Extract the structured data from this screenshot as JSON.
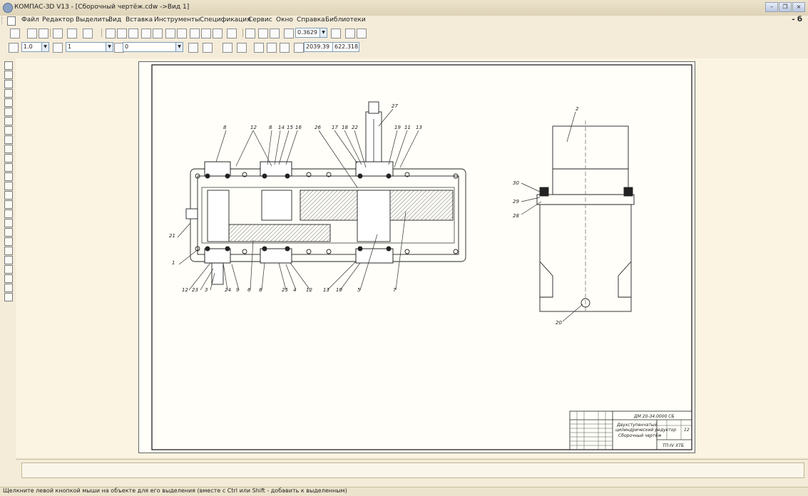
{
  "window": {
    "title": "КОМПАС-3D V13 - [Сборочный чертёж.cdw ->Вид 1]"
  },
  "menu": [
    {
      "label": "Файл"
    },
    {
      "label": "Редактор"
    },
    {
      "label": "Выделить"
    },
    {
      "label": "Вид"
    },
    {
      "label": "Вставка"
    },
    {
      "label": "Инструменты"
    },
    {
      "label": "Спецификация"
    },
    {
      "label": "Сервис"
    },
    {
      "label": "Окно"
    },
    {
      "label": "Справка"
    },
    {
      "label": "Библиотеки"
    }
  ],
  "menu_tail": "- б",
  "toolbar": {
    "zoom_value": "0.3629"
  },
  "props": {
    "scale_value": "1.0",
    "layer_value": "1",
    "style_value": "0",
    "coord_x": "2039.39",
    "coord_y": "622.318"
  },
  "drawing": {
    "callouts": [
      "27",
      "8",
      "12",
      "8",
      "14",
      "15",
      "16",
      "26",
      "17",
      "18",
      "22",
      "19",
      "11",
      "13",
      "2",
      "21",
      "1",
      "12",
      "23",
      "3",
      "24",
      "9",
      "6",
      "8",
      "25",
      "4",
      "12",
      "13",
      "10",
      "5",
      "7",
      "30",
      "29",
      "28",
      "20"
    ],
    "title_block": {
      "code": "ДМ 20-34.0000 СБ",
      "name1": "Двухступенчатый",
      "name2": "цилиндрический редуктор",
      "name3": "Сборочный чертёж",
      "sheet_num": "12",
      "org": "ТП-IV ХТБ"
    }
  },
  "status": {
    "hint": "Щелкните левой кнопкой мыши на объекте для его выделения (вместе с Ctrl или Shift - добавить к выделенным)"
  }
}
